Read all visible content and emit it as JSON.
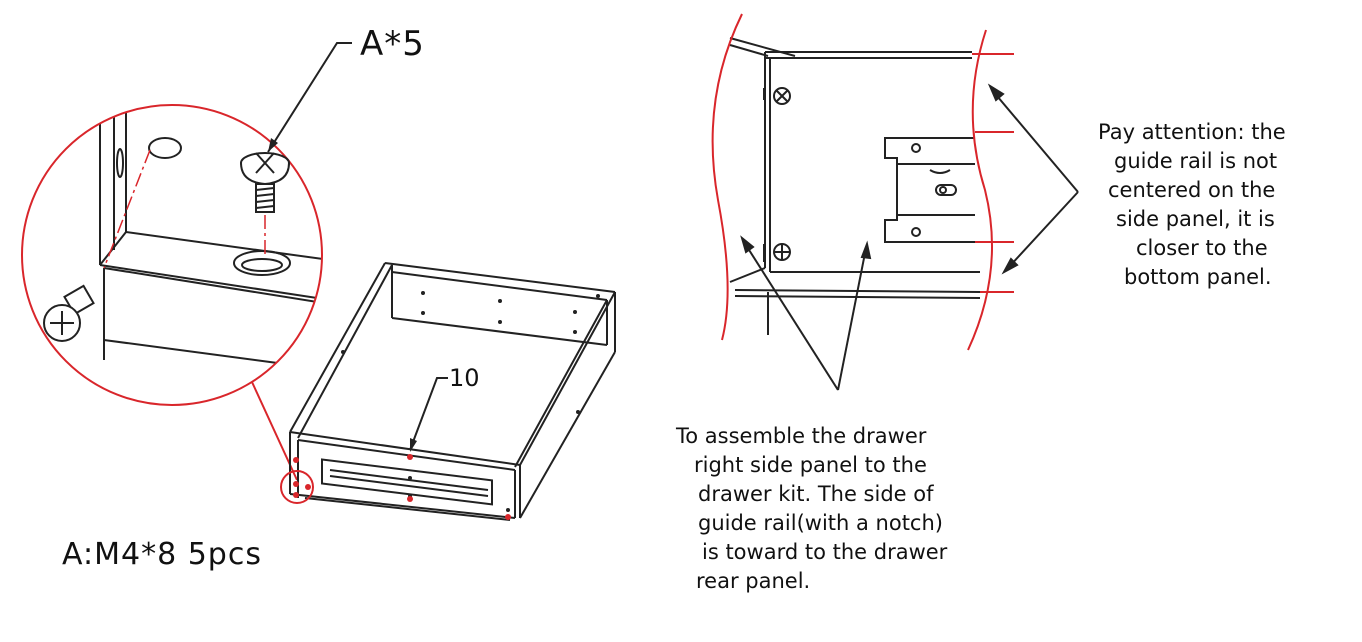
{
  "callouts": {
    "screw_callout": "A*5",
    "part_number": "10",
    "hardware_spec": "A:M4*8  5pcs"
  },
  "notes": {
    "assembly_lines": [
      "To assemble the drawer",
      "right side panel to the",
      "drawer kit.  The side of",
      "guide rail(with a notch)",
      "is toward to the drawer",
      "rear panel."
    ],
    "attention_lines": [
      "Pay attention: the",
      "guide rail is not",
      "centered on the",
      "side panel, it is",
      "closer to the",
      "bottom panel."
    ]
  },
  "colors": {
    "line": "#222222",
    "accent_red": "#d9262b"
  }
}
